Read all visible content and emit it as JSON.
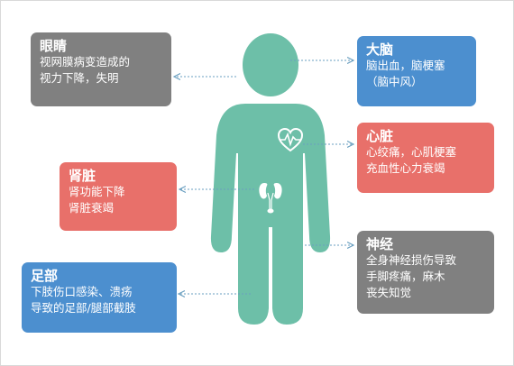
{
  "colors": {
    "gray": "#808080",
    "blue": "#4c8fcf",
    "red": "#e8706a",
    "figure": "#6dbfa8"
  },
  "icons": [
    "heart-pulse-icon",
    "kidneys-icon"
  ],
  "boxes": {
    "eyes": {
      "title": "眼睛",
      "lines": [
        "视网膜病变造成的",
        "视力下降，失明"
      ]
    },
    "brain": {
      "title": "大脑",
      "lines": [
        "脑出血，脑梗塞",
        "（脑中风）"
      ]
    },
    "heart": {
      "title": "心脏",
      "lines": [
        "心绞痛，心肌梗塞",
        "充血性心力衰竭"
      ]
    },
    "kidney": {
      "title": "肾脏",
      "lines": [
        "肾功能下降",
        "肾脏衰竭"
      ]
    },
    "nerve": {
      "title": "神经",
      "lines": [
        "全身神经损伤导致",
        "手脚疼痛，麻木",
        "丧失知觉"
      ]
    },
    "foot": {
      "title": "足部",
      "lines": [
        "下肢伤口感染、溃疡",
        "导致的足部/腿部截肢"
      ]
    }
  }
}
